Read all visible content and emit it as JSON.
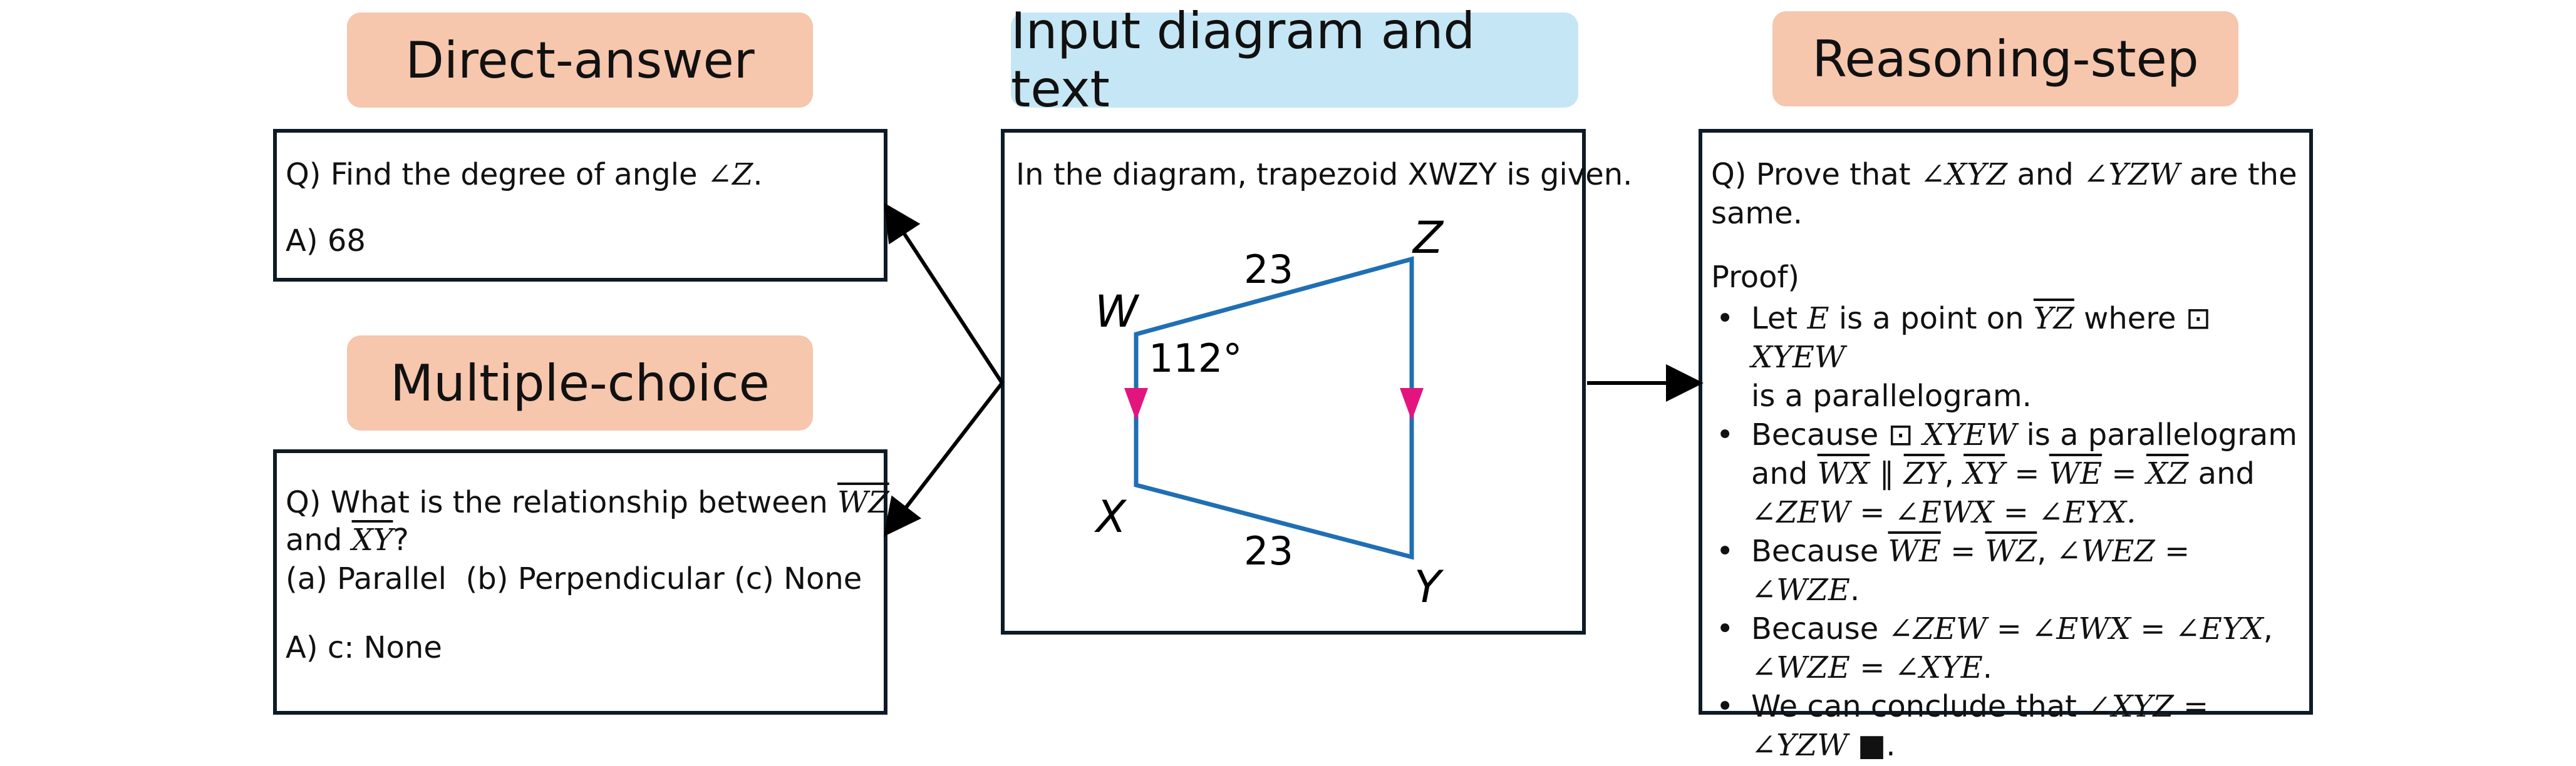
{
  "headers": {
    "direct": "Direct-answer",
    "input": "Input diagram and text",
    "multiple": "Multiple-choice",
    "reasoning": "Reasoning-step"
  },
  "direct_answer": {
    "question_prefix": "Q) Find the degree of angle ",
    "question_math": "∠Z",
    "question_suffix": ".",
    "answer": "A) 68"
  },
  "multiple_choice": {
    "q_prefix": "Q) What is the relationship between ",
    "seg1": "WZ",
    "and": "and ",
    "seg2": "XY",
    "q_suffix": "?",
    "options": "(a) Parallel  (b) Perpendicular (c) None",
    "answer": "A) c: None"
  },
  "input": {
    "text": "In the diagram, trapezoid XWZY is given.",
    "diagram": {
      "labels": {
        "W": "W",
        "X": "X",
        "Y": "Y",
        "Z": "Z"
      },
      "top_length": "23",
      "bottom_length": "23",
      "angle": "112°",
      "line_color": "#1f6fb4",
      "arrow_color": "#e4147e"
    }
  },
  "reasoning": {
    "q_prefix": "Q) Prove that ",
    "a1": "∠XYZ",
    "q_and": " and ",
    "a2": "∠YZW",
    "q_suffix": " are the",
    "q_line2": "same.",
    "proof_title": "Proof)",
    "steps": [
      {
        "l1a": "Let ",
        "l1b": "E",
        "l1c": " is a point on ",
        "l1d": "YZ",
        "l1e": " where ",
        "l1f": "⊡ ",
        "l1g": "XYEW",
        "l2": "is a parallelogram."
      },
      {
        "l1a": "Because ",
        "l1b": "⊡ ",
        "l1c": "XYEW",
        "l1d": " is a parallelogram",
        "l2a": "and ",
        "l2b": "WX",
        "l2c": " ∥ ",
        "l2d": "ZY",
        "l2e": ", ",
        "l2f": "XY",
        "l2g": " = ",
        "l2h": "WE",
        "l2i": " = ",
        "l2j": "XZ",
        "l2k": " and",
        "l3": "∠ZEW = ∠EWX = ∠EYX."
      },
      {
        "a": "Because ",
        "b": "WE",
        "c": " = ",
        "d": "WZ",
        "e": ", ",
        "f": "∠WEZ = ∠WZE",
        "g": "."
      },
      {
        "l1a": "Because ",
        "l1b": "∠ZEW = ∠EWX = ∠EYX",
        "l1c": ",",
        "l2": "∠WZE = ∠XYE",
        "l2b": "."
      },
      {
        "l1": "We can conclude that ",
        "l1b": "∠XYZ =",
        "l2": "∠YZW",
        "l2b": " ■."
      }
    ]
  }
}
